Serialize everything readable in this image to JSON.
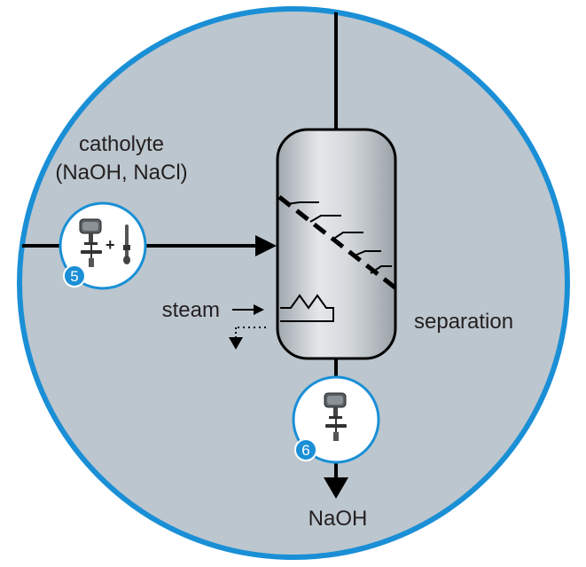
{
  "labels": {
    "catholyte_line1": "catholyte",
    "catholyte_line2": "(NaOH, NaCl)",
    "steam": "steam",
    "separation": "separation",
    "naoh": "NaOH"
  },
  "badges": {
    "instrument_top": "5",
    "instrument_bottom": "6"
  },
  "icons": {
    "instrument_top": [
      "level-transmitter-icon",
      "plus-icon",
      "temperature-sensor-icon"
    ],
    "instrument_bottom": [
      "level-transmitter-icon"
    ]
  },
  "colors": {
    "background_circle": "#bcc6ce",
    "circle_border": "#1a8fd6",
    "badge": "#1a8fd6",
    "line": "#000000",
    "vessel_light": "#e6e8ea",
    "vessel_dark": "#a9b0b6"
  }
}
